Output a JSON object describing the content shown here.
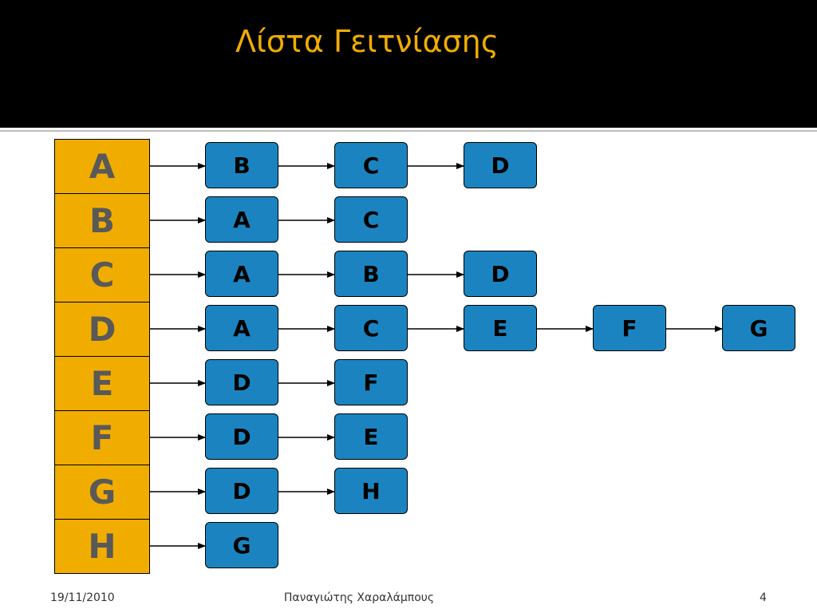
{
  "slide": {
    "title": "Λίστα Γειτνίασης",
    "footer": {
      "date": "19/11/2010",
      "author": "Παναγιώτης Χαραλάμπους",
      "page": "4"
    }
  },
  "colors": {
    "header_background": "#000000",
    "title": "#f0ad00",
    "vertex_cell": "#f0ad00",
    "vertex_text": "#595959",
    "node_fill": "#1b84c0",
    "node_text": "#000000"
  },
  "adjacency": [
    {
      "vertex": "A",
      "neighbors": [
        "B",
        "C",
        "D"
      ]
    },
    {
      "vertex": "B",
      "neighbors": [
        "A",
        "C"
      ]
    },
    {
      "vertex": "C",
      "neighbors": [
        "A",
        "B",
        "D"
      ]
    },
    {
      "vertex": "D",
      "neighbors": [
        "A",
        "C",
        "E",
        "F",
        "G"
      ]
    },
    {
      "vertex": "E",
      "neighbors": [
        "D",
        "F"
      ]
    },
    {
      "vertex": "F",
      "neighbors": [
        "D",
        "E"
      ]
    },
    {
      "vertex": "G",
      "neighbors": [
        "D",
        "H"
      ]
    },
    {
      "vertex": "H",
      "neighbors": [
        "G"
      ]
    }
  ]
}
